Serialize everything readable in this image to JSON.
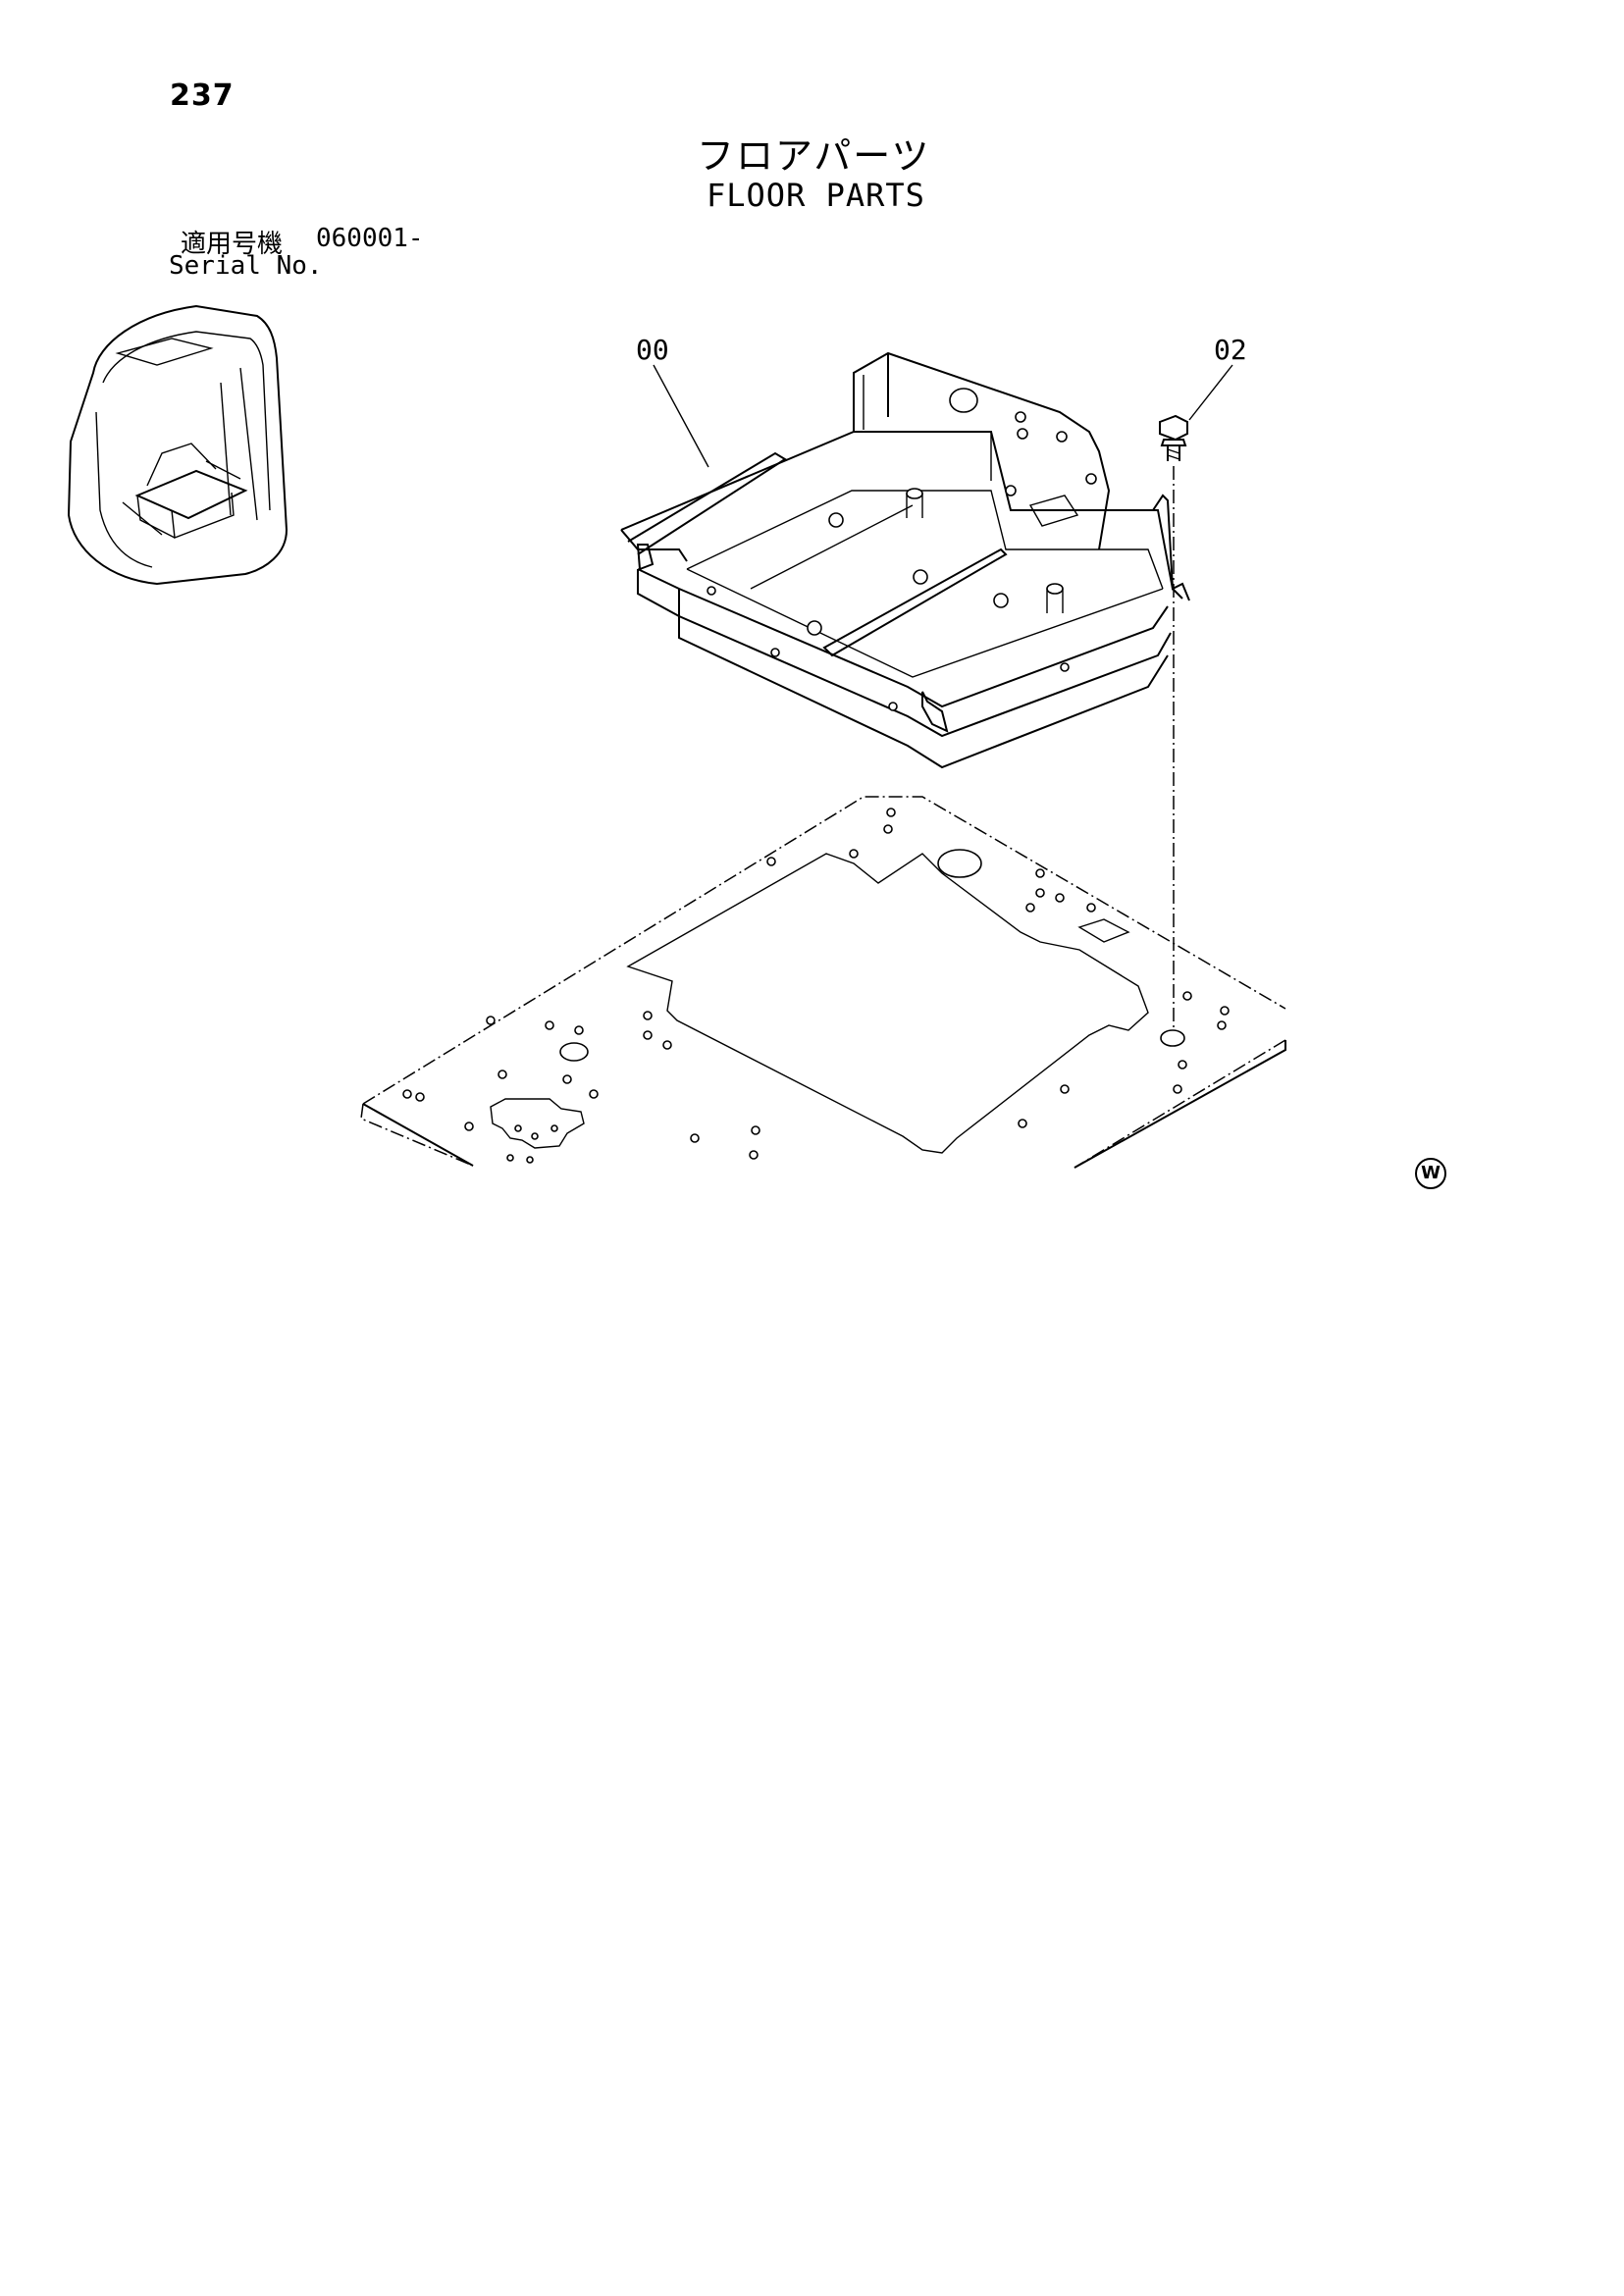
{
  "page": {
    "number": "237"
  },
  "title": {
    "japanese": "フロアパーツ",
    "english": "FLOOR PARTS"
  },
  "serial": {
    "label_jp": "適用号機",
    "value": "060001-",
    "label_en": "Serial No."
  },
  "callouts": [
    {
      "label": "00"
    },
    {
      "label": "02"
    }
  ],
  "watermark": "W"
}
